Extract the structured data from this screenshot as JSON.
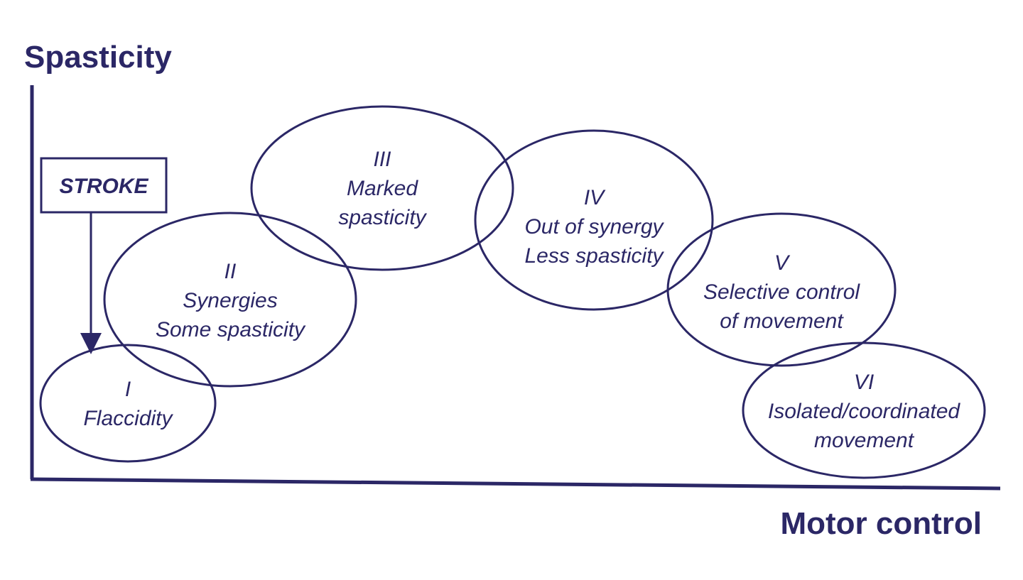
{
  "colors": {
    "ink": "#2b2766",
    "text": "#2b2766",
    "background": "#ffffff"
  },
  "y_axis_title": "Spasticity",
  "x_axis_title": "Motor control",
  "stroke_box": {
    "label": "STROKE"
  },
  "stages": [
    {
      "numeral": "I",
      "lines": [
        "Flaccidity"
      ]
    },
    {
      "numeral": "II",
      "lines": [
        "Synergies",
        "Some spasticity"
      ]
    },
    {
      "numeral": "III",
      "lines": [
        "Marked",
        "spasticity"
      ]
    },
    {
      "numeral": "IV",
      "lines": [
        "Out of synergy",
        "Less spasticity"
      ]
    },
    {
      "numeral": "V",
      "lines": [
        "Selective control",
        "of movement"
      ]
    },
    {
      "numeral": "VI",
      "lines": [
        "Isolated/coordinated",
        "movement"
      ]
    }
  ]
}
